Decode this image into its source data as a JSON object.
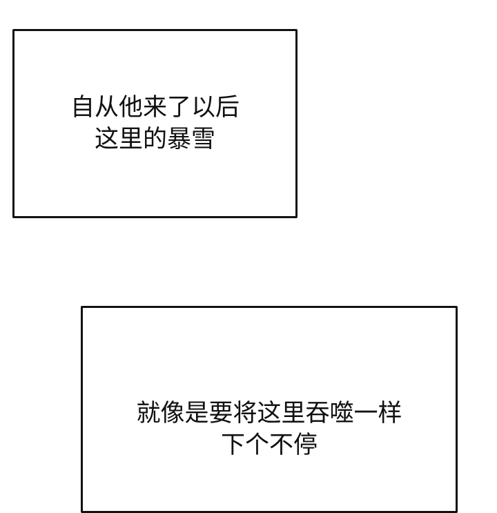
{
  "panels": [
    {
      "lines": [
        "自从他来了以后",
        "这里的暴雪"
      ]
    },
    {
      "lines": [
        "就像是要将这里吞噬一样",
        "下个不停"
      ]
    }
  ],
  "colors": {
    "background": "#ffffff",
    "border": "#111111",
    "text": "#111111"
  }
}
